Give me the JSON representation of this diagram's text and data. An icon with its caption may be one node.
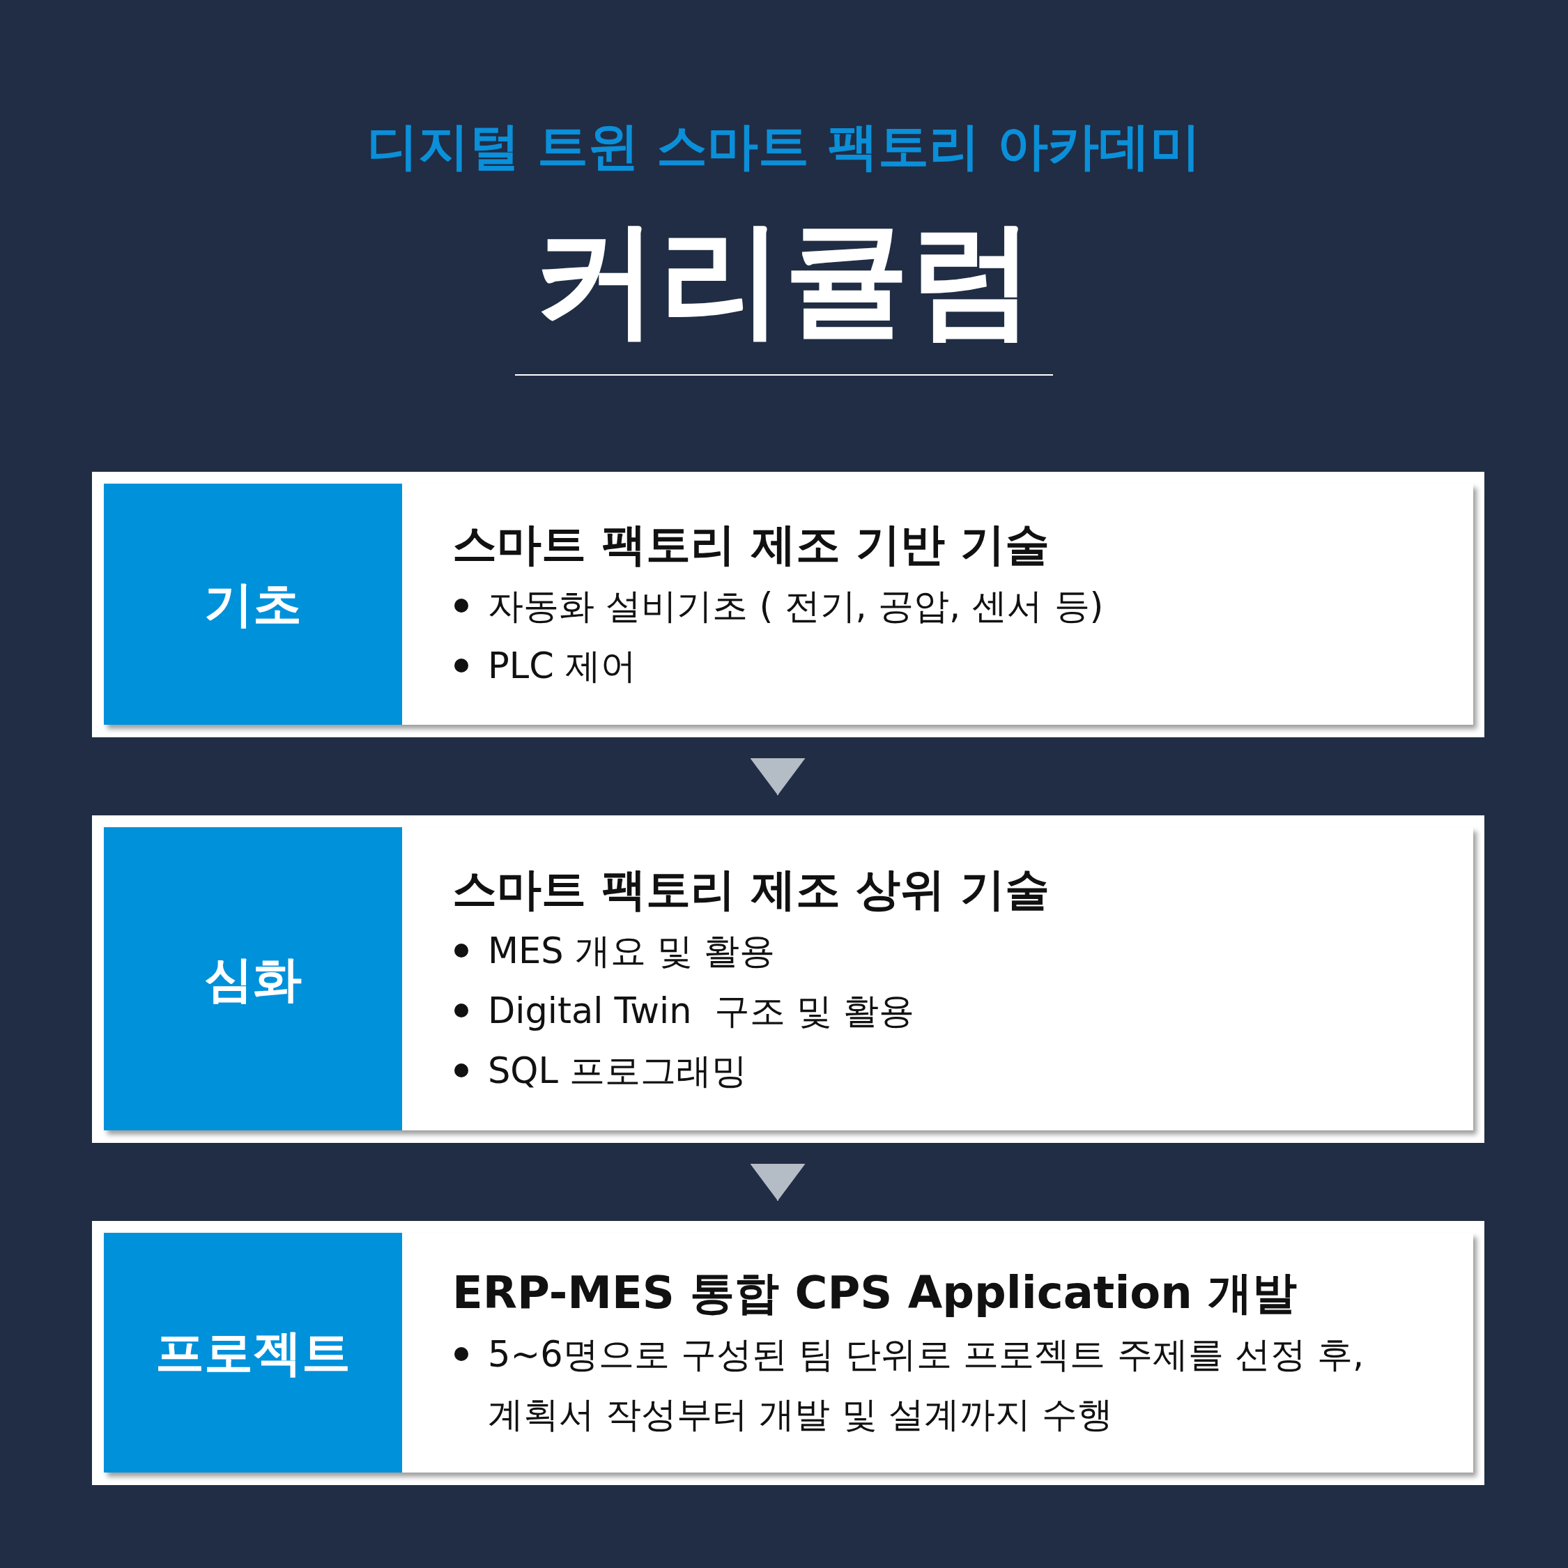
{
  "diagram": {
    "title": "커리큘럼",
    "nodes": [
      {
        "text": [
          "스마트 팩토리 제조 기반 기술",
          "자동화 설비기초 ( 전기, 공압, 센서 등)",
          "PLC 제어"
        ]
      },
      {
        "text": [
          "기초"
        ],
        "in": 0
      },
      {
        "text": [
          "스마트 팩토리 제조 상위 기술",
          "MES 개요 및 활용",
          "Digital Twin  구조 및 활용",
          "SQL 프로그래밍"
        ]
      },
      {
        "text": [
          "심화"
        ],
        "in": 2
      },
      {
        "text": [
          "ERP-MES 통합 CPS Application 개발",
          "5~6명으로 구성된 팀 단위로 프로젝트 주제를 선정 후, 계획서 작성부터 개발 및 설계까지 수행"
        ]
      },
      {
        "text": [
          "프로젝트"
        ],
        "in": 4
      }
    ],
    "edges": [
      {
        "from": 0,
        "to": 2,
        "arrow": "to"
      },
      {
        "from": 2,
        "to": 4,
        "arrow": "to"
      }
    ],
    "labels": [
      "디지털 트윈 스마트 팩토리 아카데미"
    ]
  }
}
